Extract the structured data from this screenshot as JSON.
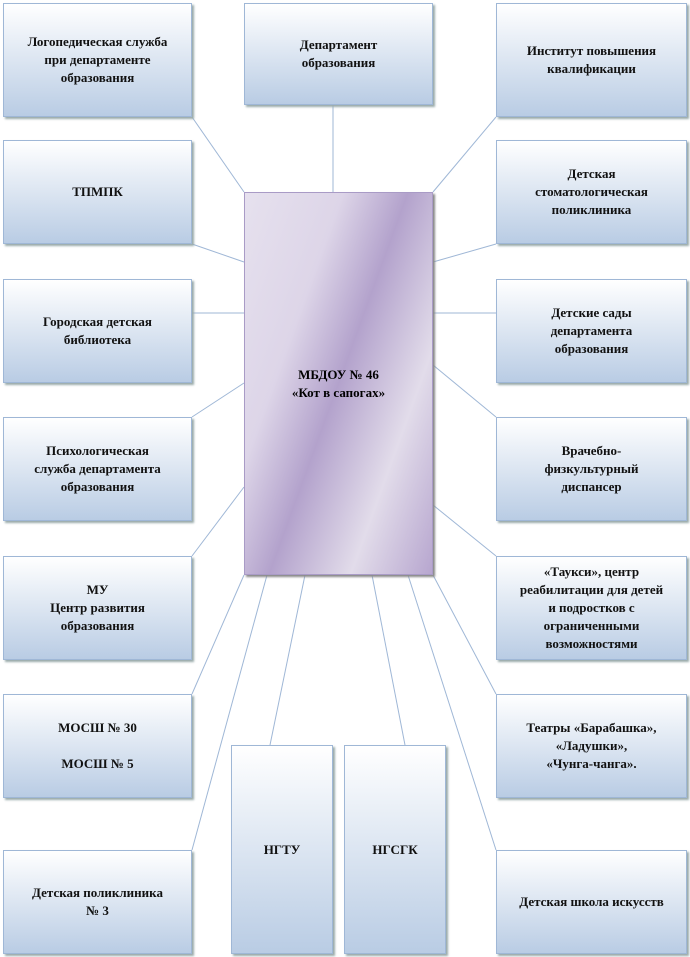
{
  "center": "МБДОУ № 46\n«Кот в сапогах»",
  "top": "Департамент\nобразования",
  "left": [
    "Логопедическая служба\nпри департаменте\nобразования",
    "ТПМПК",
    "Городская детская\nбиблиотека",
    "Психологическая\nслужба департамента\nобразования",
    "МУ\nЦентр развития\nобразования",
    "МОСШ № 30\n\nМОСШ № 5",
    "Детская поликлиника\n№ 3"
  ],
  "right": [
    "Институт повышения\nквалификации",
    "Детская\nстоматологическая\nполиклиника",
    "Детские сады\nдепартамента\nобразования",
    "Врачебно-\nфизкультурный\nдиспансер",
    "«Таукси», центр\nреабилитации для детей\nи подростков с\nограниченными\nвозможностями",
    "Театры «Барабашка»,\n«Ладушки»,\n«Чунга-чанга».",
    "Детская школа искусств"
  ],
  "bottom": [
    "НГТУ",
    "НГСГК"
  ]
}
